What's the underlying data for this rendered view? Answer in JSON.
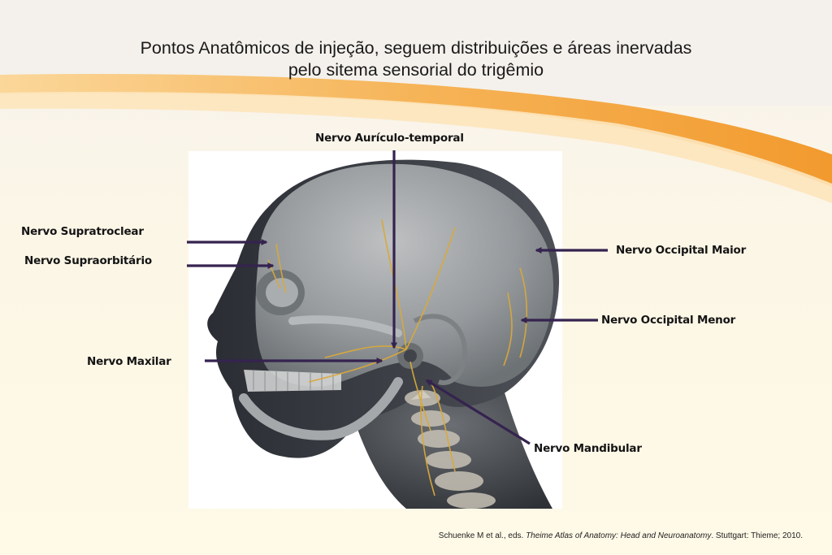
{
  "slide": {
    "title_line1": "Pontos Anatômicos de injeção, seguem distribuições e áreas inervadas",
    "title_line2": "pelo sitema sensorial do trigêmio"
  },
  "colors": {
    "banner_orange": "#f4a23a",
    "banner_light": "#fde9c6",
    "arrow": "#35234f",
    "nerve": "#d9a93a",
    "skull_gray": "#8e9296"
  },
  "labels": {
    "auriculo_temporal": "Nervo Aurículo-temporal",
    "supratroclear": "Nervo Supratroclear",
    "supraorbitario": "Nervo Supraorbitário",
    "maxilar": "Nervo Maxilar",
    "occipital_maior": "Nervo Occipital Maior",
    "occipital_menor": "Nervo Occipital Menor",
    "mandibular": "Nervo  Mandibular"
  },
  "citation": {
    "prefix": "Schuenke M et al., eds. ",
    "book": "Theime Atlas of Anatomy: Head and Neuroanatomy",
    "suffix": ". Stuttgart: Thieme; 2010."
  }
}
